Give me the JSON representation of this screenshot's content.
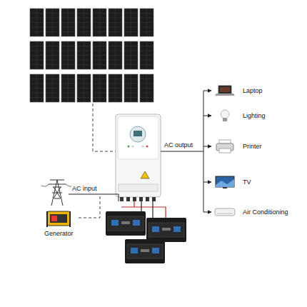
{
  "diagram": {
    "nodes": [
      {
        "text": [
          "Laptop"
        ]
      },
      {
        "text": [
          "Lighting"
        ]
      },
      {
        "text": [
          "Printer"
        ]
      },
      {
        "text": [
          "TV"
        ]
      },
      {
        "text": [
          "Air Conditioning"
        ]
      },
      {
        "text": [
          "Generator"
        ]
      }
    ],
    "labels": [
      "AC output",
      "AC input"
    ]
  }
}
